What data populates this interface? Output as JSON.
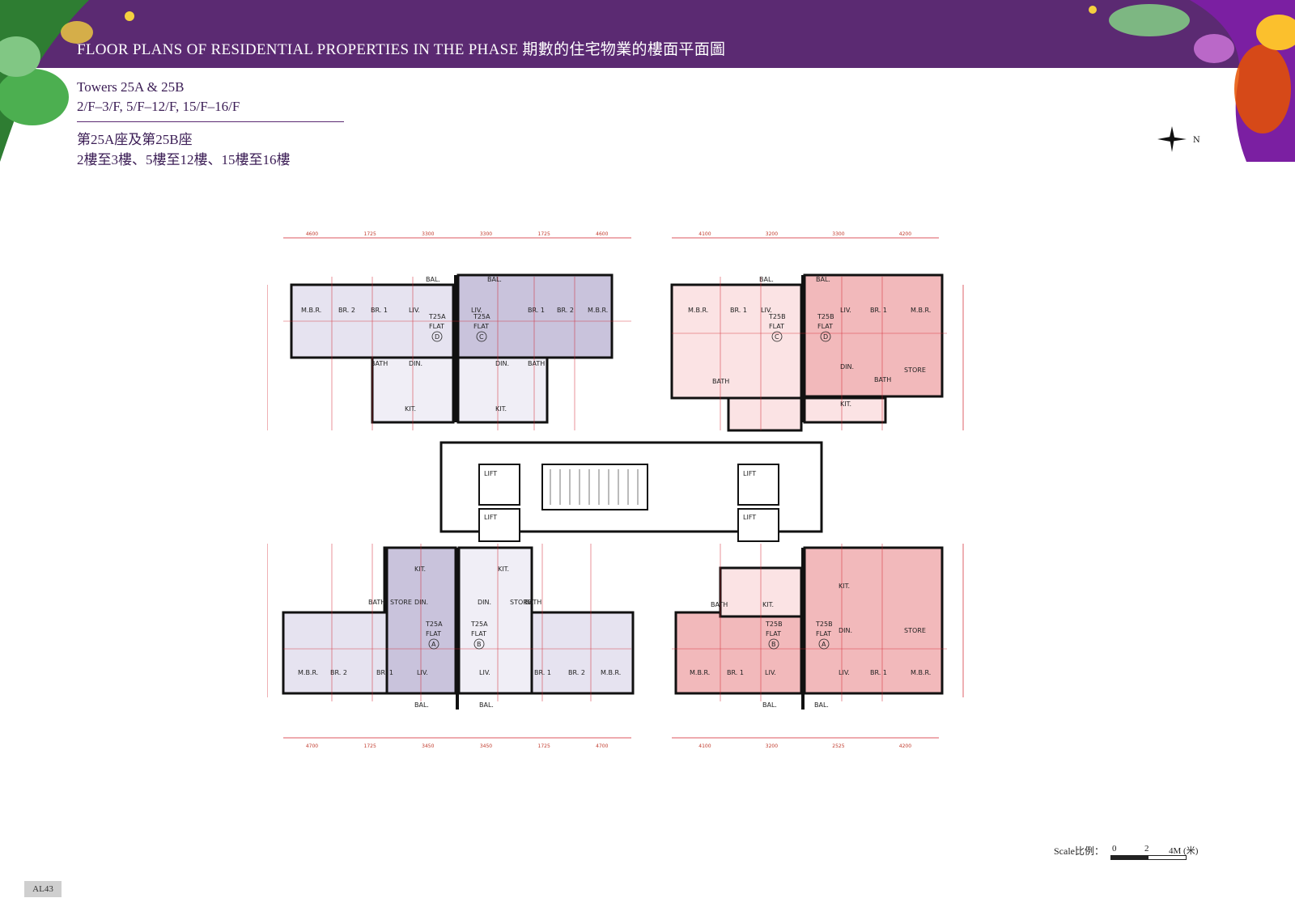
{
  "header": {
    "title": "FLOOR PLANS OF RESIDENTIAL PROPERTIES IN THE PHASE 期數的住宅物業的樓面平面圖"
  },
  "info": {
    "towers_en": "Towers 25A & 25B",
    "floors_en": "2/F–3/F, 5/F–12/F, 15/F–16/F",
    "towers_zh": "第25A座及第25B座",
    "floors_zh": "2樓至3樓、5樓至12樓、15樓至16樓"
  },
  "compass": {
    "label": "N"
  },
  "plan": {
    "units": [
      {
        "tower": "T25A",
        "label": "FLAT",
        "flat": "D"
      },
      {
        "tower": "T25A",
        "label": "FLAT",
        "flat": "C"
      },
      {
        "tower": "T25B",
        "label": "FLAT",
        "flat": "C"
      },
      {
        "tower": "T25B",
        "label": "FLAT",
        "flat": "D"
      },
      {
        "tower": "T25A",
        "label": "FLAT",
        "flat": "A"
      },
      {
        "tower": "T25A",
        "label": "FLAT",
        "flat": "B"
      },
      {
        "tower": "T25B",
        "label": "FLAT",
        "flat": "B"
      },
      {
        "tower": "T25B",
        "label": "FLAT",
        "flat": "A"
      }
    ],
    "rooms": {
      "mbr": "M.B.R.",
      "br1": "BR. 1",
      "br2": "BR. 2",
      "liv": "LIV.",
      "din": "DIN.",
      "kit": "KIT.",
      "bath": "BATH",
      "bal": "BAL.",
      "lift": "LIFT",
      "store": "STORE"
    },
    "top_dims_left": [
      "4600",
      "1725",
      "3300",
      "3300",
      "1725",
      "4600"
    ],
    "top_dims_right": [
      "4100",
      "3200",
      "3300",
      "4200"
    ],
    "bottom_dims_left": [
      "4700",
      "1725",
      "3450",
      "3450",
      "1725",
      "4700"
    ],
    "bottom_dims_right": [
      "4100",
      "3200",
      "2525",
      "4200"
    ]
  },
  "scale": {
    "label": "Scale比例：",
    "ticks": [
      "0",
      "2",
      "4M (米)"
    ]
  },
  "page": {
    "number": "AL43"
  },
  "colors": {
    "banner": "#5b2a72",
    "tower_a_fill": "#c9c3dc",
    "tower_b_fill": "#f2b9bb",
    "dimension_red": "#d11f2a"
  }
}
